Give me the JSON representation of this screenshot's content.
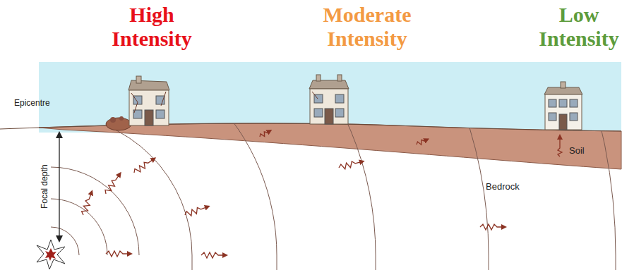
{
  "diagram": {
    "labels": [
      "High Intensity",
      "Moderate Intensity",
      "Low Intensity",
      "Epicentre",
      "Focal depth",
      "Soil",
      "Bedrock"
    ]
  }
}
